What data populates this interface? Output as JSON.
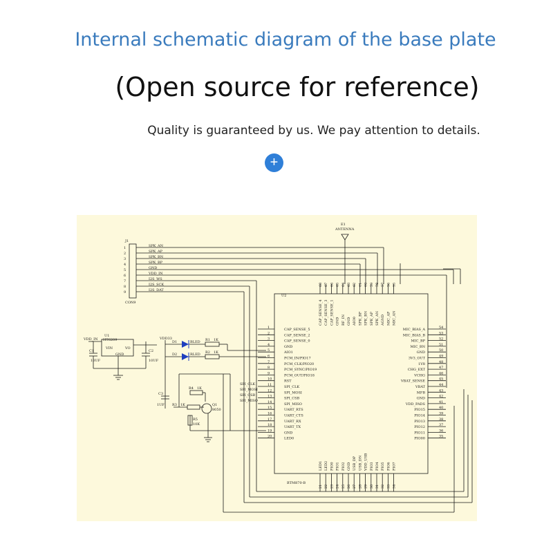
{
  "header": {
    "title": "Internal schematic diagram of the base plate",
    "subtitle": "(Open source for reference)",
    "tagline": "Quality is guaranteed by us. We pay attention to details.",
    "expand_icon": "plus-circle-icon"
  },
  "colors": {
    "title": "#3a7bbd",
    "accent": "#2f7fd8",
    "board_bg": "#fdf9dc",
    "wire": "#1a1a1a",
    "led": "#1f3fbf"
  },
  "schematic": {
    "antenna": {
      "ref": "E1",
      "label": "ANTENNA"
    },
    "connector": {
      "ref": "J1",
      "name": "CON9",
      "pins": [
        "1",
        "2",
        "3",
        "4",
        "5",
        "6",
        "7",
        "8",
        "9"
      ],
      "signals": [
        "SPK_AN",
        "SPK_AP",
        "SPK_BN",
        "SPK_BP",
        "GND",
        "VDD_IN",
        "I2S_WS",
        "I2S_SCK",
        "I2S_DAT"
      ]
    },
    "regulator": {
      "ref": "U1",
      "part": "HT6209",
      "in_label": "VIN",
      "out_label": "VO",
      "gnd_label": "GND",
      "supply": "VDD_IN"
    },
    "caps": {
      "c1_ref": "C1",
      "c1_val": "10UF",
      "c2_ref": "C2",
      "c2_val": "10UF",
      "c3_ref": "C3",
      "c3_val": "1UF"
    },
    "leds": {
      "supply": "VDD33",
      "d1_ref": "D1",
      "d1_name": "BLED",
      "d2_ref": "D2",
      "d2_name": "RLED",
      "r1_ref": "R1",
      "r1_val": "1K",
      "r2_ref": "R2",
      "r2_val": "1K"
    },
    "transistor": {
      "ref": "Q1",
      "part": "8050",
      "r3_ref": "R3",
      "r3_val": "1K",
      "r4_ref": "R4",
      "r4_val": "1K",
      "r5_ref": "R5",
      "r5_val": "10K"
    },
    "spi": [
      "SPI_CLK",
      "SPI_MOSI",
      "SPI_CSB",
      "SPI_MISO"
    ],
    "module": {
      "ref": "U2",
      "part": "BTM870-B",
      "left_pins": [
        {
          "n": "1",
          "name": "CAP_SENSE_5"
        },
        {
          "n": "2",
          "name": "CAP_SENSE_2"
        },
        {
          "n": "3",
          "name": "CAP_SENSE_0"
        },
        {
          "n": "4",
          "name": "GND"
        },
        {
          "n": "5",
          "name": "AIO1"
        },
        {
          "n": "6",
          "name": "PCM_IN/PIO17"
        },
        {
          "n": "7",
          "name": "PCM_CLK/PIO20"
        },
        {
          "n": "8",
          "name": "PCM_SYNC/PIO19"
        },
        {
          "n": "9",
          "name": "PCM_OUT/PIO18"
        },
        {
          "n": "10",
          "name": "RST"
        },
        {
          "n": "11",
          "name": "SPI_CLK"
        },
        {
          "n": "12",
          "name": "SPI_MOSI"
        },
        {
          "n": "13",
          "name": "SPI_CSB"
        },
        {
          "n": "14",
          "name": "SPI_MISO"
        },
        {
          "n": "15",
          "name": "UART_RTS"
        },
        {
          "n": "16",
          "name": "UART_CTS"
        },
        {
          "n": "17",
          "name": "UART_RX"
        },
        {
          "n": "18",
          "name": "UART_TX"
        },
        {
          "n": "19",
          "name": "GND"
        },
        {
          "n": "20",
          "name": "LED0"
        }
      ],
      "right_pins": [
        {
          "n": "54",
          "name": "MIC_BIAS_A"
        },
        {
          "n": "53",
          "name": "MIC_BIAS_B"
        },
        {
          "n": "52",
          "name": "MIC_BP"
        },
        {
          "n": "51",
          "name": "MIC_BN"
        },
        {
          "n": "50",
          "name": "GND"
        },
        {
          "n": "49",
          "name": "3V3_OUT"
        },
        {
          "n": "48",
          "name": "1V8"
        },
        {
          "n": "47",
          "name": "CHG_EXT"
        },
        {
          "n": "46",
          "name": "VCHG"
        },
        {
          "n": "45",
          "name": "VBAT_SENSE"
        },
        {
          "n": "44",
          "name": "VBAT"
        },
        {
          "n": "43",
          "name": "MFB"
        },
        {
          "n": "42",
          "name": "GND"
        },
        {
          "n": "41",
          "name": "VDD_PADS"
        },
        {
          "n": "40",
          "name": "PIO15"
        },
        {
          "n": "39",
          "name": "PIO14"
        },
        {
          "n": "38",
          "name": "PIO13"
        },
        {
          "n": "37",
          "name": "PIO12"
        },
        {
          "n": "36",
          "name": "PIO11"
        },
        {
          "n": "35",
          "name": "PIO00"
        }
      ],
      "top_pins": [
        {
          "n": "68",
          "name": "CAP_SENSE_4"
        },
        {
          "n": "67",
          "name": "CAP_SENSE_3"
        },
        {
          "n": "66",
          "name": "CAP_SENSE_1"
        },
        {
          "n": "65",
          "name": "GND"
        },
        {
          "n": "64",
          "name": "RF_IN"
        },
        {
          "n": "63",
          "name": "GND"
        },
        {
          "n": "62",
          "name": "AIO0"
        },
        {
          "n": "61",
          "name": "SPK_BP"
        },
        {
          "n": "60",
          "name": "SPK_BN"
        },
        {
          "n": "59",
          "name": "SPK_AP"
        },
        {
          "n": "58",
          "name": "SPK_AN"
        },
        {
          "n": "57",
          "name": "AGND"
        },
        {
          "n": "56",
          "name": "MIC_AP"
        },
        {
          "n": "55",
          "name": "MIC_AN"
        }
      ],
      "bottom_pins": [
        {
          "n": "21",
          "name": "LED1"
        },
        {
          "n": "22",
          "name": "LED2"
        },
        {
          "n": "23",
          "name": "PIO0"
        },
        {
          "n": "24",
          "name": "PIO1"
        },
        {
          "n": "25",
          "name": "PIO2"
        },
        {
          "n": "26",
          "name": "GND"
        },
        {
          "n": "27",
          "name": "USB_DP"
        },
        {
          "n": "28",
          "name": "USB_DN"
        },
        {
          "n": "29",
          "name": "VDD_USB"
        },
        {
          "n": "30",
          "name": "PIO3"
        },
        {
          "n": "31",
          "name": "PIO4"
        },
        {
          "n": "32",
          "name": "PIO5"
        },
        {
          "n": "33",
          "name": "PIO6"
        },
        {
          "n": "34",
          "name": "PIO7"
        }
      ]
    }
  }
}
